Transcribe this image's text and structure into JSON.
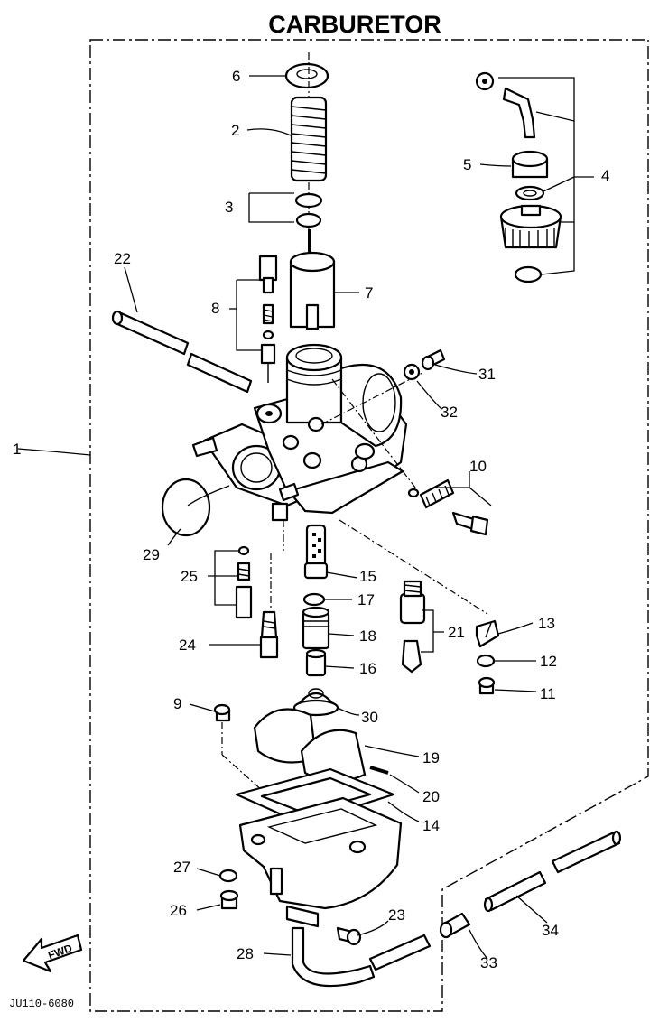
{
  "title": "CARBURETOR",
  "drawing_code": "JU110-6080",
  "fwd_arrow_label": "FWD",
  "callouts": {
    "p1": "1",
    "p2": "2",
    "p3": "3",
    "p4": "4",
    "p5": "5",
    "p6": "6",
    "p7": "7",
    "p8": "8",
    "p9": "9",
    "p10": "10",
    "p11": "11",
    "p12": "12",
    "p13": "13",
    "p14": "14",
    "p15": "15",
    "p16": "16",
    "p17": "17",
    "p18": "18",
    "p19": "19",
    "p20": "20",
    "p21": "21",
    "p22": "22",
    "p23": "23",
    "p24": "24",
    "p25": "25",
    "p26": "26",
    "p27": "27",
    "p28": "28",
    "p29": "29",
    "p30": "30",
    "p31": "31",
    "p32": "32",
    "p33": "33",
    "p34": "34"
  }
}
